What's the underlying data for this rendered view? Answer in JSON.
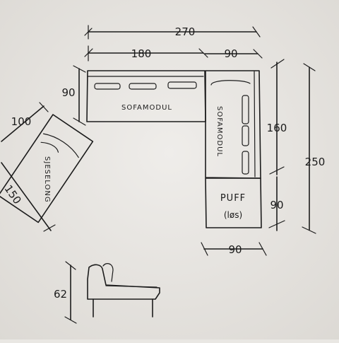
{
  "drawing": {
    "dimensions": {
      "total_width": "270",
      "sofa_module_width": "180",
      "corner_width": "90",
      "sofa_depth": "90",
      "side_module_length": "160",
      "total_length": "250",
      "puff_length": "90",
      "puff_width": "90",
      "chaise_width": "100",
      "chaise_length": "150",
      "profile_height": "62"
    },
    "labels": {
      "sofa_module_horizontal": "SOFAMODUL",
      "sofa_module_vertical": "SOFAMODUL",
      "chaise": "SJESELONG",
      "puff_title": "PUFF",
      "puff_note": "(løs)"
    }
  }
}
